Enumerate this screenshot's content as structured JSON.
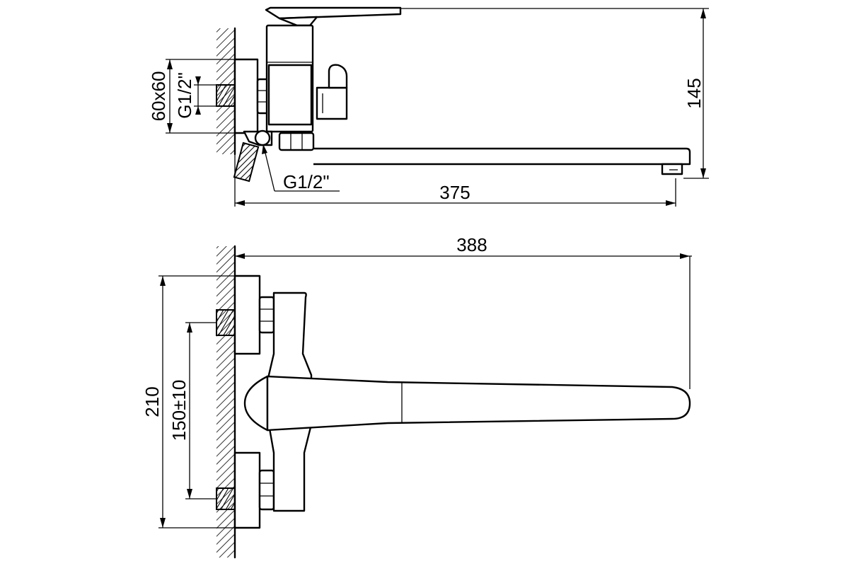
{
  "dimensions": {
    "side_flange": "60x60",
    "side_inlet_thread": "G1/2\"",
    "height": "145",
    "spout_outlet_thread": "G1/2\"",
    "side_length": "375",
    "top_length": "388",
    "top_overall_width": "210",
    "inlet_spacing": "150±10"
  }
}
